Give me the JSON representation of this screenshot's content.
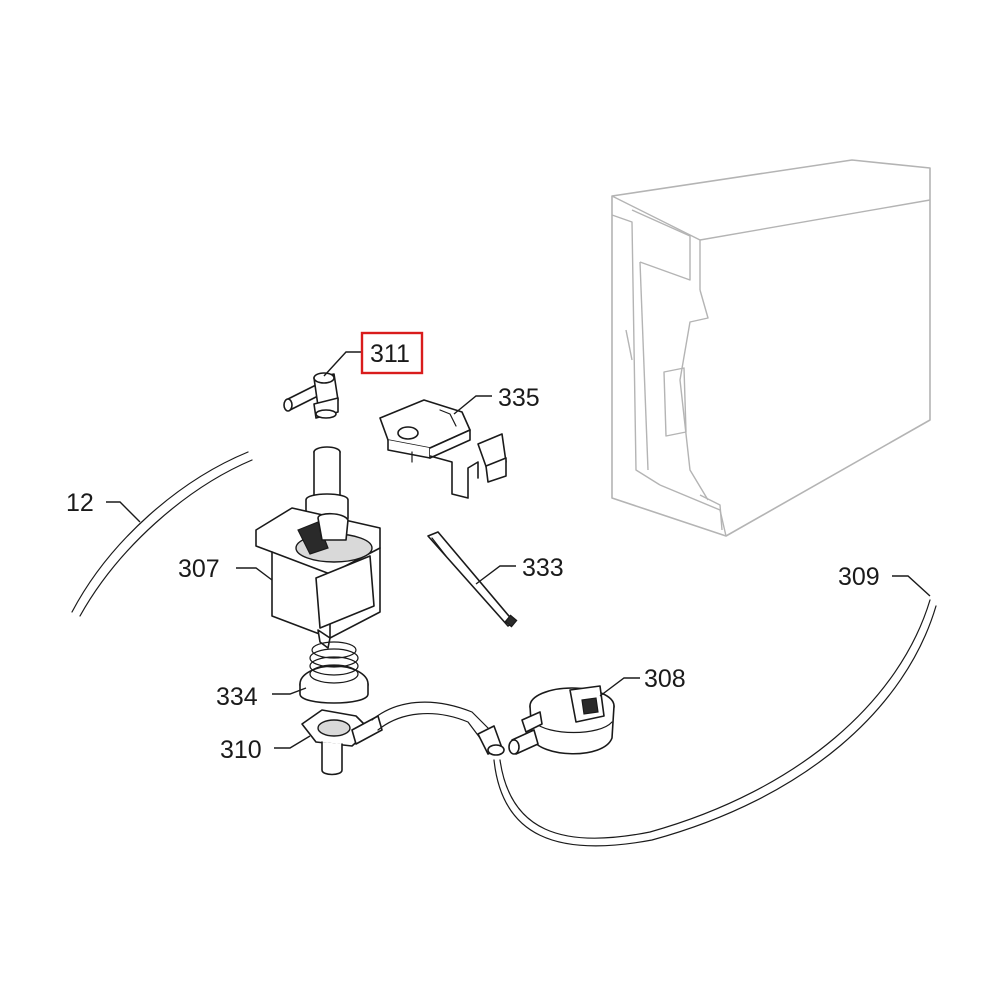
{
  "labels": {
    "p12": "12",
    "p307": "307",
    "p308": "308",
    "p309": "309",
    "p310": "310",
    "p311": "311",
    "p333": "333",
    "p334": "334",
    "p335": "335"
  },
  "highlight_color": "#d91c1c",
  "highlighted_part": "311"
}
